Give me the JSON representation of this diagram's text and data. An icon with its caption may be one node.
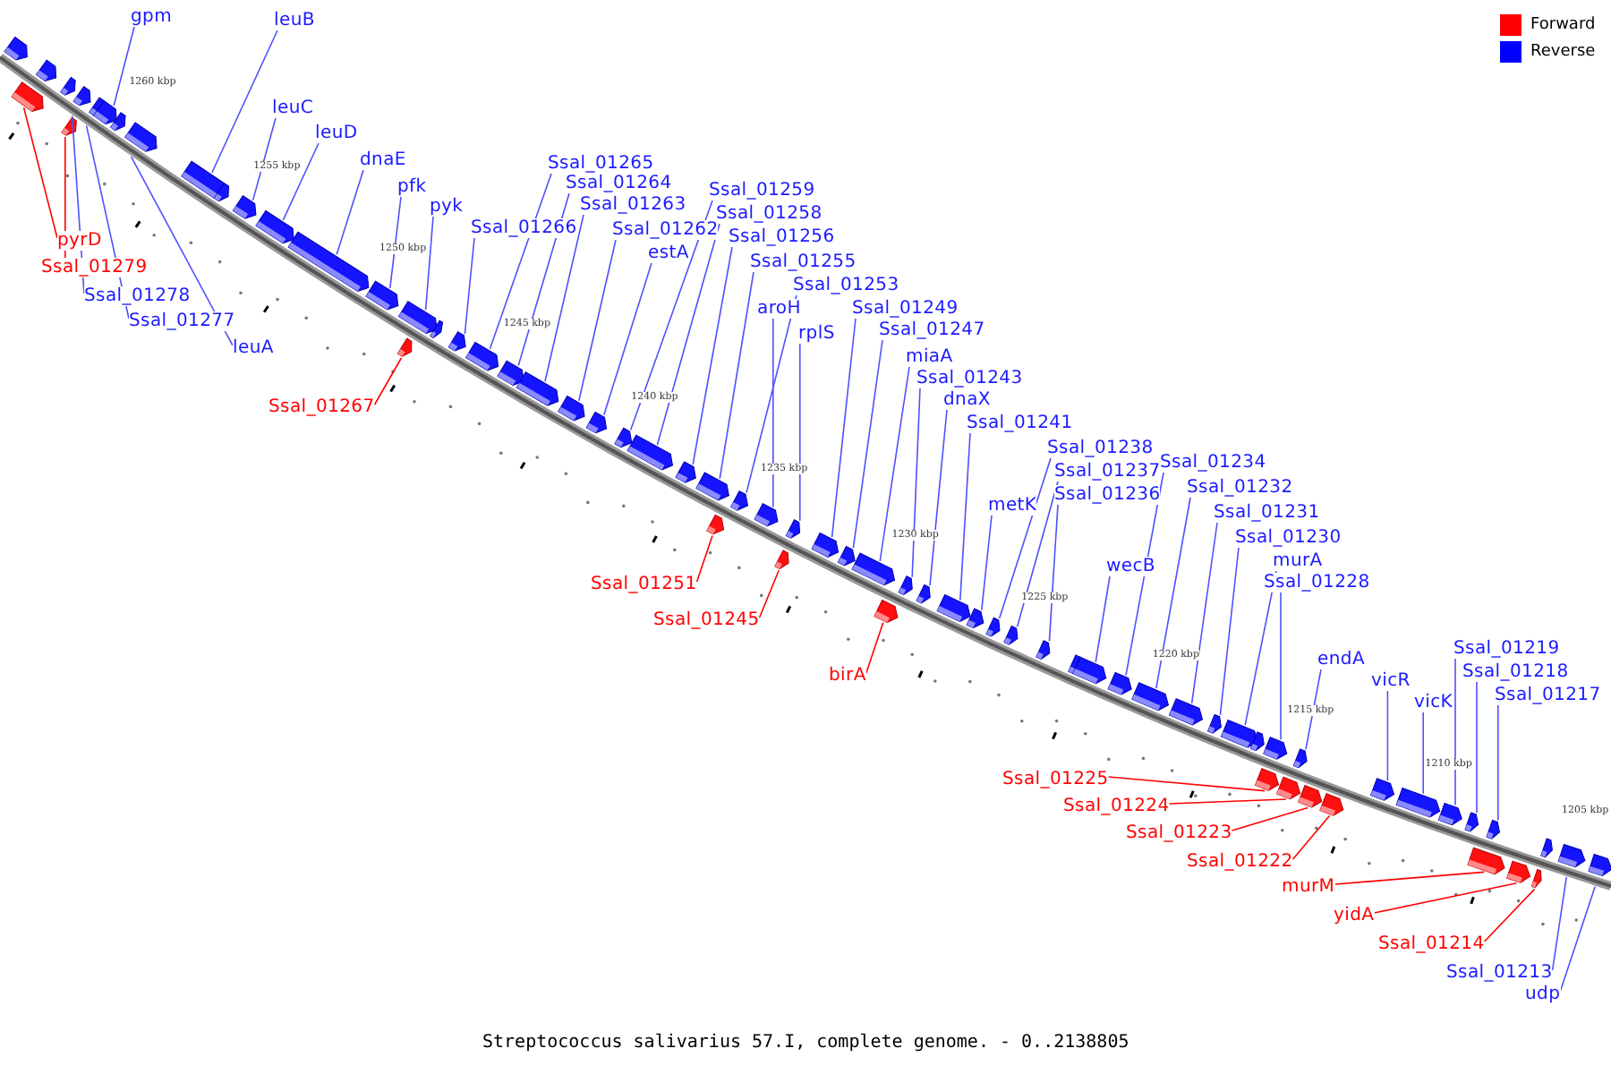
{
  "diagram": {
    "caption": "Streptococcus salivarius 57.I, complete genome. - 0..2138805",
    "nodes": [
      {
        "text": [
          "gpm"
        ]
      },
      {
        "text": [
          "leuB"
        ]
      },
      {
        "text": [
          "leuC"
        ]
      },
      {
        "text": [
          "leuD"
        ]
      },
      {
        "text": [
          "dnaE"
        ]
      },
      {
        "text": [
          "pfk"
        ]
      },
      {
        "text": [
          "pyk"
        ]
      },
      {
        "text": [
          "Ssal_01265"
        ]
      },
      {
        "text": [
          "Ssal_01264"
        ]
      },
      {
        "text": [
          "Ssal_01263"
        ]
      },
      {
        "text": [
          "Ssal_01266"
        ]
      },
      {
        "text": [
          "Ssal_01262"
        ]
      },
      {
        "text": [
          "estA"
        ]
      },
      {
        "text": [
          "Ssal_01259"
        ]
      },
      {
        "text": [
          "Ssal_01258"
        ]
      },
      {
        "text": [
          "Ssal_01256"
        ]
      },
      {
        "text": [
          "Ssal_01255"
        ]
      },
      {
        "text": [
          "Ssal_01253"
        ]
      },
      {
        "text": [
          "aroH"
        ]
      },
      {
        "text": [
          "rplS"
        ]
      },
      {
        "text": [
          "Ssal_01249"
        ]
      },
      {
        "text": [
          "Ssal_01247"
        ]
      },
      {
        "text": [
          "miaA"
        ]
      },
      {
        "text": [
          "Ssal_01243"
        ]
      },
      {
        "text": [
          "dnaX"
        ]
      },
      {
        "text": [
          "Ssal_01241"
        ]
      },
      {
        "text": [
          "metK"
        ]
      },
      {
        "text": [
          "Ssal_01238"
        ]
      },
      {
        "text": [
          "Ssal_01237"
        ]
      },
      {
        "text": [
          "Ssal_01236"
        ]
      },
      {
        "text": [
          "wecB"
        ]
      },
      {
        "text": [
          "Ssal_01234"
        ]
      },
      {
        "text": [
          "Ssal_01232"
        ]
      },
      {
        "text": [
          "Ssal_01231"
        ]
      },
      {
        "text": [
          "Ssal_01230"
        ]
      },
      {
        "text": [
          "murA"
        ]
      },
      {
        "text": [
          "Ssal_01228"
        ]
      },
      {
        "text": [
          "endA"
        ]
      },
      {
        "text": [
          "vicR"
        ]
      },
      {
        "text": [
          "vicK"
        ]
      },
      {
        "text": [
          "Ssal_01219"
        ]
      },
      {
        "text": [
          "Ssal_01218"
        ]
      },
      {
        "text": [
          "Ssal_01217"
        ]
      },
      {
        "text": [
          "Ssal_01278"
        ]
      },
      {
        "text": [
          "Ssal_01277"
        ]
      },
      {
        "text": [
          "leuA"
        ]
      },
      {
        "text": [
          "Ssal_01213"
        ]
      },
      {
        "text": [
          "udp"
        ]
      },
      {
        "text": [
          "pyrD"
        ]
      },
      {
        "text": [
          "Ssal_01279"
        ]
      },
      {
        "text": [
          "Ssal_01267"
        ]
      },
      {
        "text": [
          "Ssal_01251"
        ]
      },
      {
        "text": [
          "Ssal_01245"
        ]
      },
      {
        "text": [
          "birA"
        ]
      },
      {
        "text": [
          "Ssal_01225"
        ]
      },
      {
        "text": [
          "Ssal_01224"
        ]
      },
      {
        "text": [
          "Ssal_01223"
        ]
      },
      {
        "text": [
          "Ssal_01222"
        ]
      },
      {
        "text": [
          "murM"
        ]
      },
      {
        "text": [
          "yidA"
        ]
      },
      {
        "text": [
          "Ssal_01214"
        ]
      },
      {
        "text": [],
        "shape": "arrow"
      },
      {
        "text": [],
        "shape": "arrow"
      },
      {
        "text": [],
        "shape": "arrow"
      },
      {
        "text": [],
        "shape": "arrow"
      },
      {
        "text": [],
        "shape": "arrow"
      },
      {
        "text": [],
        "shape": "arrow"
      },
      {
        "text": [],
        "shape": "arrow"
      },
      {
        "text": [],
        "shape": "arrow"
      },
      {
        "text": [],
        "shape": "arrow"
      },
      {
        "text": [],
        "shape": "arrow"
      },
      {
        "text": [],
        "shape": "arrow"
      },
      {
        "text": [],
        "shape": "arrow"
      },
      {
        "text": [],
        "shape": "arrow"
      },
      {
        "text": [],
        "shape": "arrow"
      },
      {
        "text": [],
        "shape": "arrow"
      },
      {
        "text": [],
        "shape": "arrow"
      },
      {
        "text": [],
        "shape": "arrow"
      },
      {
        "text": [],
        "shape": "arrow"
      },
      {
        "text": [],
        "shape": "arrow"
      },
      {
        "text": [],
        "shape": "arrow"
      },
      {
        "text": [],
        "shape": "arrow"
      },
      {
        "text": [],
        "shape": "arrow"
      },
      {
        "text": [],
        "shape": "arrow"
      },
      {
        "text": [],
        "shape": "arrow"
      },
      {
        "text": [],
        "shape": "arrow"
      },
      {
        "text": [],
        "shape": "arrow"
      },
      {
        "text": [],
        "shape": "arrow"
      },
      {
        "text": [],
        "shape": "arrow"
      },
      {
        "text": [],
        "shape": "arrow"
      },
      {
        "text": [],
        "shape": "arrow"
      },
      {
        "text": [],
        "shape": "arrow"
      },
      {
        "text": [],
        "shape": "arrow"
      },
      {
        "text": [],
        "shape": "arrow"
      },
      {
        "text": [],
        "shape": "arrow"
      },
      {
        "text": [],
        "shape": "arrow"
      },
      {
        "text": [],
        "shape": "arrow"
      },
      {
        "text": [],
        "shape": "arrow"
      },
      {
        "text": [],
        "shape": "arrow"
      },
      {
        "text": [],
        "shape": "arrow"
      },
      {
        "text": [],
        "shape": "arrow"
      },
      {
        "text": [],
        "shape": "arrow"
      },
      {
        "text": [],
        "shape": "arrow"
      },
      {
        "text": [],
        "shape": "arrow"
      },
      {
        "text": [],
        "shape": "arrow"
      },
      {
        "text": [],
        "shape": "arrow"
      },
      {
        "text": [],
        "shape": "arrow"
      },
      {
        "text": [],
        "shape": "arrow"
      },
      {
        "text": [],
        "shape": "arrow"
      },
      {
        "text": [],
        "shape": "arrow"
      },
      {
        "text": [],
        "shape": "arrow"
      },
      {
        "text": [],
        "shape": "arrow"
      },
      {
        "text": [],
        "shape": "arrow"
      },
      {
        "text": [],
        "shape": "arrow"
      },
      {
        "text": [],
        "shape": "arrow"
      },
      {
        "text": [],
        "shape": "arrow"
      },
      {
        "text": [],
        "shape": "arrow"
      },
      {
        "text": [],
        "shape": "arrow"
      },
      {
        "text": [],
        "shape": "arrow"
      },
      {
        "text": [],
        "shape": "arrow"
      },
      {
        "text": [],
        "shape": "arrow"
      },
      {
        "text": [],
        "shape": "arrow"
      },
      {
        "text": [],
        "shape": "arrow"
      },
      {
        "text": [],
        "shape": "arrow"
      },
      {
        "text": [],
        "shape": "arrow"
      },
      {
        "text": [],
        "shape": "arrow"
      },
      {
        "text": [],
        "shape": "arrow"
      },
      {
        "text": [],
        "shape": "arrow"
      },
      {
        "text": [],
        "shape": "arrow"
      },
      {
        "text": [],
        "shape": "arrow"
      },
      {
        "text": [],
        "shape": "arrow"
      }
    ],
    "edges": [
      {
        "from": 0,
        "to": 68,
        "arrow": "none"
      },
      {
        "from": 1,
        "to": 71,
        "arrow": "none"
      },
      {
        "from": 2,
        "to": 73,
        "arrow": "none"
      },
      {
        "from": 3,
        "to": 74,
        "arrow": "none"
      },
      {
        "from": 4,
        "to": 75,
        "arrow": "none"
      },
      {
        "from": 5,
        "to": 76,
        "arrow": "none"
      },
      {
        "from": 6,
        "to": 77,
        "arrow": "none"
      },
      {
        "from": 7,
        "to": 81,
        "arrow": "none"
      },
      {
        "from": 8,
        "to": 82,
        "arrow": "none"
      },
      {
        "from": 9,
        "to": 83,
        "arrow": "none"
      },
      {
        "from": 10,
        "to": 80,
        "arrow": "none"
      },
      {
        "from": 11,
        "to": 84,
        "arrow": "none"
      },
      {
        "from": 12,
        "to": 85,
        "arrow": "none"
      },
      {
        "from": 13,
        "to": 86,
        "arrow": "none"
      },
      {
        "from": 14,
        "to": 87,
        "arrow": "none"
      },
      {
        "from": 15,
        "to": 88,
        "arrow": "none"
      },
      {
        "from": 16,
        "to": 89,
        "arrow": "none"
      },
      {
        "from": 17,
        "to": 91,
        "arrow": "none"
      },
      {
        "from": 18,
        "to": 92,
        "arrow": "none"
      },
      {
        "from": 19,
        "to": 93,
        "arrow": "none"
      },
      {
        "from": 20,
        "to": 95,
        "arrow": "none"
      },
      {
        "from": 21,
        "to": 96,
        "arrow": "none"
      },
      {
        "from": 22,
        "to": 97,
        "arrow": "none"
      },
      {
        "from": 23,
        "to": 99,
        "arrow": "none"
      },
      {
        "from": 24,
        "to": 100,
        "arrow": "none"
      },
      {
        "from": 25,
        "to": 101,
        "arrow": "none"
      },
      {
        "from": 26,
        "to": 102,
        "arrow": "none"
      },
      {
        "from": 27,
        "to": 103,
        "arrow": "none"
      },
      {
        "from": 28,
        "to": 104,
        "arrow": "none"
      },
      {
        "from": 29,
        "to": 105,
        "arrow": "none"
      },
      {
        "from": 30,
        "to": 107,
        "arrow": "none"
      },
      {
        "from": 31,
        "to": 108,
        "arrow": "none"
      },
      {
        "from": 32,
        "to": 109,
        "arrow": "none"
      },
      {
        "from": 33,
        "to": 110,
        "arrow": "none"
      },
      {
        "from": 34,
        "to": 111,
        "arrow": "none"
      },
      {
        "from": 35,
        "to": 112,
        "arrow": "none"
      },
      {
        "from": 36,
        "to": 114,
        "arrow": "none"
      },
      {
        "from": 37,
        "to": 116,
        "arrow": "none"
      },
      {
        "from": 38,
        "to": 120,
        "arrow": "none"
      },
      {
        "from": 39,
        "to": 121,
        "arrow": "none"
      },
      {
        "from": 40,
        "to": 122,
        "arrow": "none"
      },
      {
        "from": 41,
        "to": 123,
        "arrow": "none"
      },
      {
        "from": 42,
        "to": 124,
        "arrow": "none"
      },
      {
        "from": 43,
        "to": 65,
        "arrow": "none"
      },
      {
        "from": 44,
        "to": 67,
        "arrow": "none"
      },
      {
        "from": 45,
        "to": 70,
        "arrow": "none"
      },
      {
        "from": 46,
        "to": 129,
        "arrow": "none"
      },
      {
        "from": 47,
        "to": 130,
        "arrow": "none"
      },
      {
        "from": 48,
        "to": 63,
        "arrow": "none",
        "color": "#ff0000"
      },
      {
        "from": 49,
        "to": 66,
        "arrow": "none",
        "color": "#ff0000"
      },
      {
        "from": 50,
        "to": 78,
        "arrow": "none",
        "color": "#ff0000"
      },
      {
        "from": 51,
        "to": 90,
        "arrow": "none",
        "color": "#ff0000"
      },
      {
        "from": 52,
        "to": 94,
        "arrow": "none",
        "color": "#ff0000"
      },
      {
        "from": 53,
        "to": 98,
        "arrow": "none",
        "color": "#ff0000"
      },
      {
        "from": 54,
        "to": 115,
        "arrow": "none",
        "color": "#ff0000"
      },
      {
        "from": 55,
        "to": 117,
        "arrow": "none",
        "color": "#ff0000"
      },
      {
        "from": 56,
        "to": 118,
        "arrow": "none",
        "color": "#ff0000"
      },
      {
        "from": 57,
        "to": 119,
        "arrow": "none",
        "color": "#ff0000"
      },
      {
        "from": 58,
        "to": 125,
        "arrow": "none",
        "color": "#ff0000"
      },
      {
        "from": 59,
        "to": 126,
        "arrow": "none",
        "color": "#ff0000"
      },
      {
        "from": 60,
        "to": 127,
        "arrow": "none",
        "color": "#ff0000"
      }
    ],
    "labels": [
      "1260 kbp",
      "1255 kbp",
      "1250 kbp",
      "1245 kbp",
      "1240 kbp",
      "1235 kbp",
      "1230 kbp",
      "1225 kbp",
      "1220 kbp",
      "1215 kbp",
      "1210 kbp",
      "1205 kbp"
    ],
    "legend": [
      {
        "text": "Forward",
        "color": "#ff0000"
      },
      {
        "text": "Reverse",
        "color": "#0000ff"
      }
    ]
  }
}
